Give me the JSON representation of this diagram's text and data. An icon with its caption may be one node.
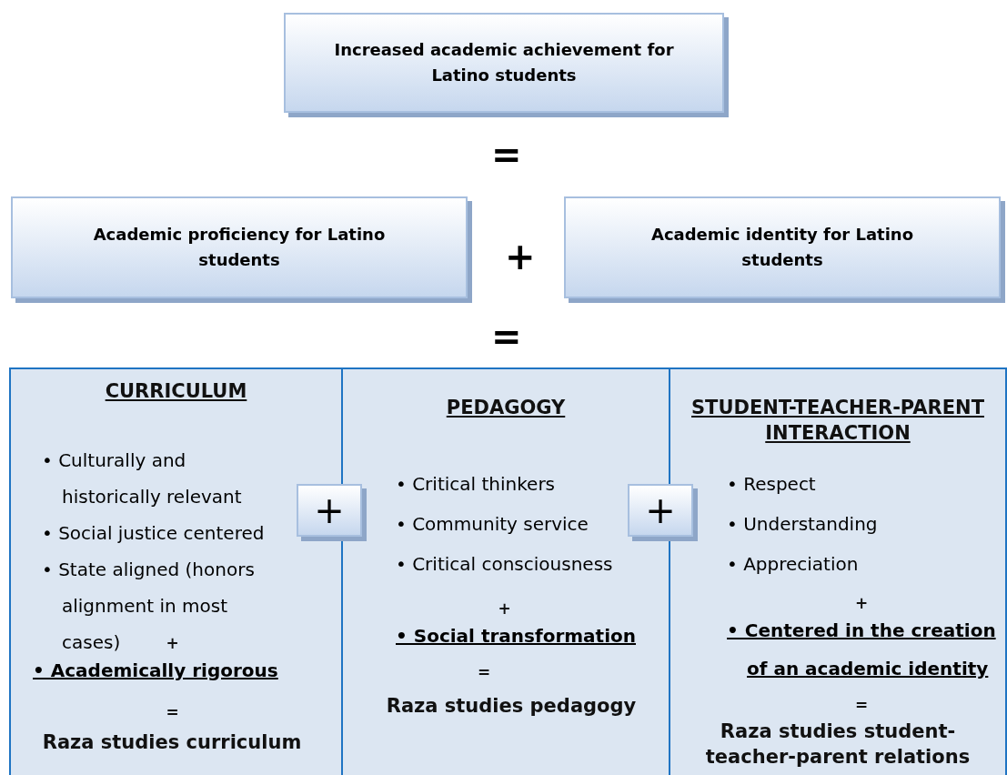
{
  "diagram": {
    "nodes": [
      {
        "text": [
          "Increased academic achievement for Latino students"
        ]
      },
      {
        "text": [
          "Academic proficiency for Latino students"
        ]
      },
      {
        "text": [
          "Academic identity for Latino students"
        ]
      },
      {
        "text": [
          "CURRICULUM",
          "• Culturally and historically relevant",
          "• Social justice centered",
          "• State aligned (honors alignment in most cases)",
          "+",
          "• Academically rigorous",
          "=",
          "Raza studies curriculum"
        ]
      },
      {
        "text": [
          "+"
        ]
      },
      {
        "text": [
          "PEDAGOGY",
          "• Critical thinkers",
          "• Community service",
          "• Critical consciousness",
          "+",
          "• Social transformation",
          "=",
          "Raza studies pedagogy"
        ]
      },
      {
        "text": [
          "+"
        ]
      },
      {
        "text": [
          "STUDENT-TEACHER-PARENT INTERACTION",
          "• Respect",
          "• Understanding",
          "• Appreciation",
          "+",
          "• Centered in the creation of an academic identity",
          "=",
          "Raza studies student-teacher-parent relations"
        ]
      }
    ],
    "edges": [],
    "labels": [
      "=",
      "+",
      "="
    ]
  }
}
